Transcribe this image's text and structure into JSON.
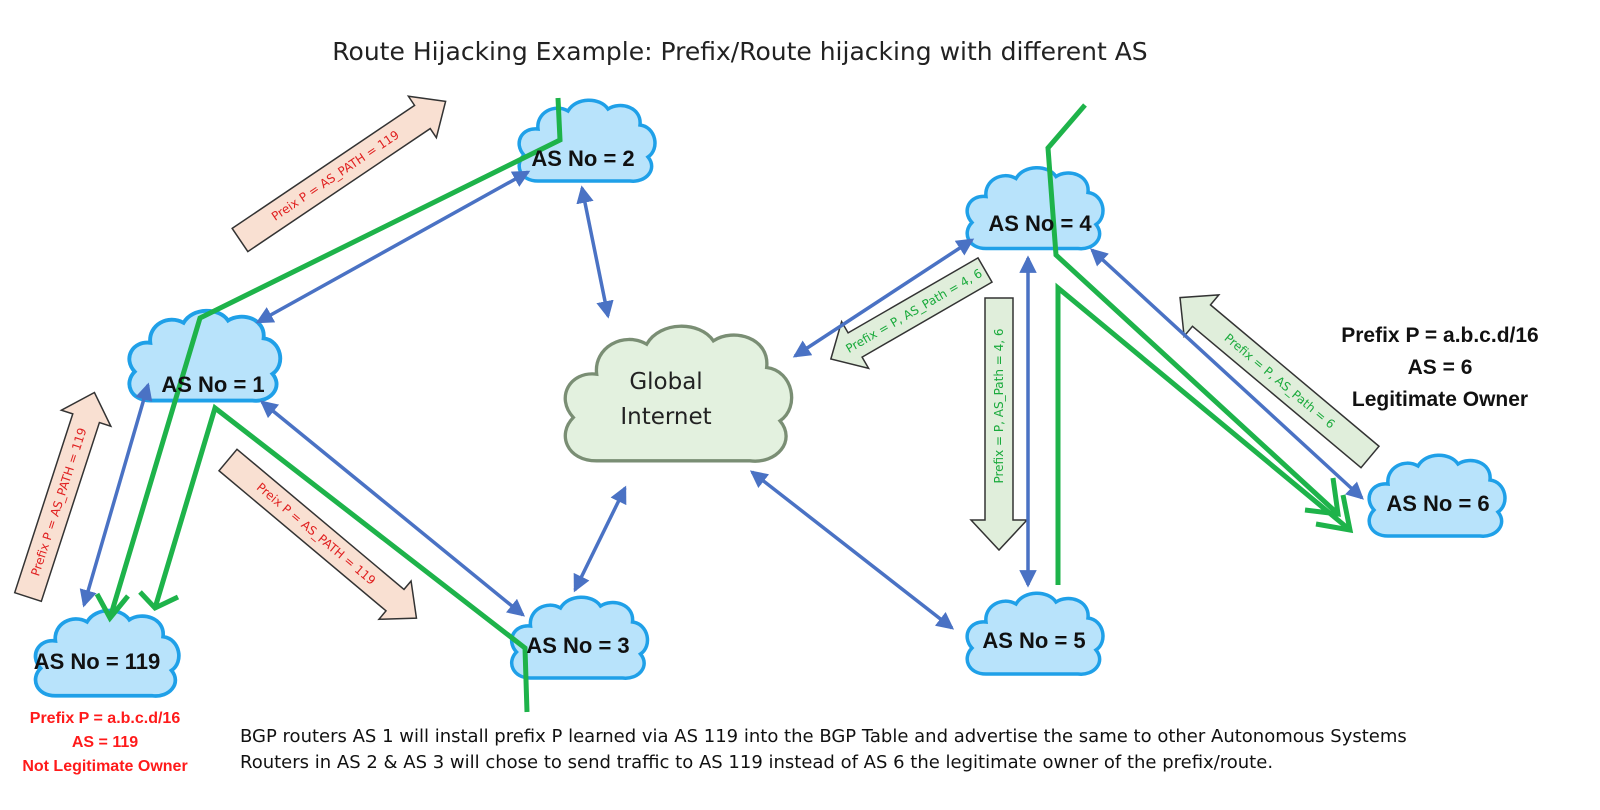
{
  "title": "Route Hijacking Example: Prefix/Route hijacking with different AS",
  "clouds": {
    "as1": "AS No = 1",
    "as2": "AS No = 2",
    "as3": "AS No = 3",
    "as4": "AS No = 4",
    "as5": "AS No = 5",
    "as6": "AS No = 6",
    "as119": "AS No = 119"
  },
  "internet": {
    "line1": "Global",
    "line2": "Internet"
  },
  "advertisements": {
    "as1_to_as2": "Preix P = AS_PATH = 119",
    "as1_to_as3": "Preix P = AS_PATH = 119",
    "as119_to_as1": "Prefix P = AS_PATH = 119",
    "as4_to_internet": "Prefix = P, AS_Path = 4, 6",
    "as4_to_as5": "Prefix = P, AS_Path = 4, 6",
    "as6_to_as4": "Prefix = P, AS_Path = 6"
  },
  "legitimate_owner": {
    "line1": "Prefix P = a.b.c.d/16",
    "line2": "AS = 6",
    "line3": "Legitimate Owner"
  },
  "hijacker": {
    "line1": "Prefix P = a.b.c.d/16",
    "line2": "AS = 119",
    "line3": "Not Legitimate Owner"
  },
  "notes": {
    "line1": "BGP routers AS 1 will install prefix P learned via AS 119 into the BGP Table and advertise the same to other Autonomous Systems",
    "line2": "Routers in AS 2 & AS 3 will chose to send traffic to AS 119 instead of AS 6 the legitimate owner of the prefix/route."
  },
  "colors": {
    "cloud_fill": "#b8e3fb",
    "cloud_stroke": "#1fa0e8",
    "internet_fill": "#e3f1df",
    "internet_stroke": "#7a8e74",
    "link": "#4a72c4",
    "traffic": "#1eb34a",
    "red_arrow_fill": "#f9e0d2",
    "green_arrow_fill": "#e0eedb",
    "hijack_text": "#ff1a1a"
  }
}
